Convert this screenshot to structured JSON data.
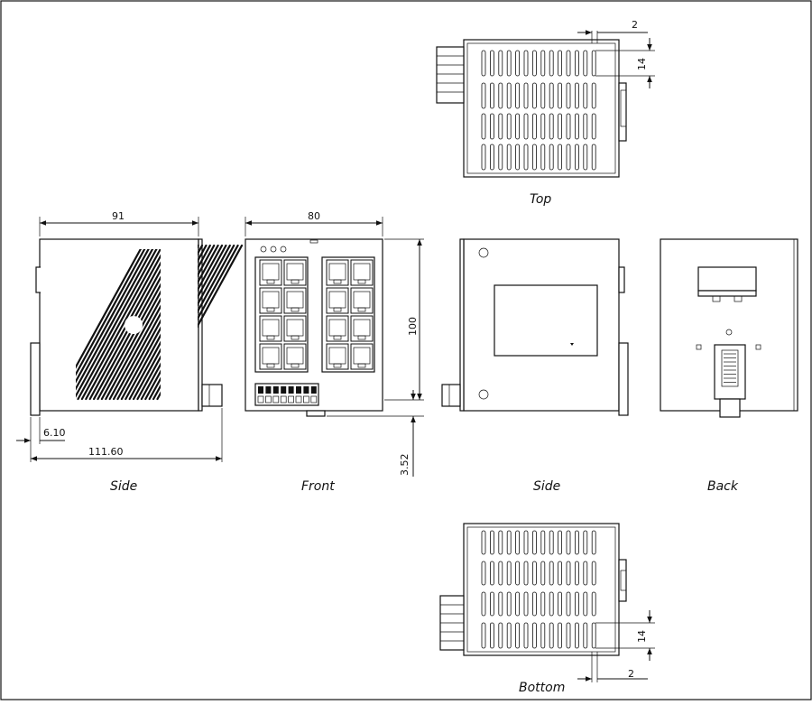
{
  "views": {
    "top": "Top",
    "side_left": "Side",
    "front": "Front",
    "side_right": "Side",
    "back": "Back",
    "bottom": "Bottom"
  },
  "dimensions": {
    "side_width": "91",
    "front_width": "80",
    "front_height": "100",
    "rail_offset": "6.10",
    "total_depth": "111.60",
    "foot_height": "3.52",
    "top_slot_gap": "2",
    "top_slot_len": "14",
    "bottom_slot_gap": "2",
    "bottom_slot_len": "14"
  },
  "colors": {
    "line": "#111111",
    "background": "#ffffff"
  }
}
